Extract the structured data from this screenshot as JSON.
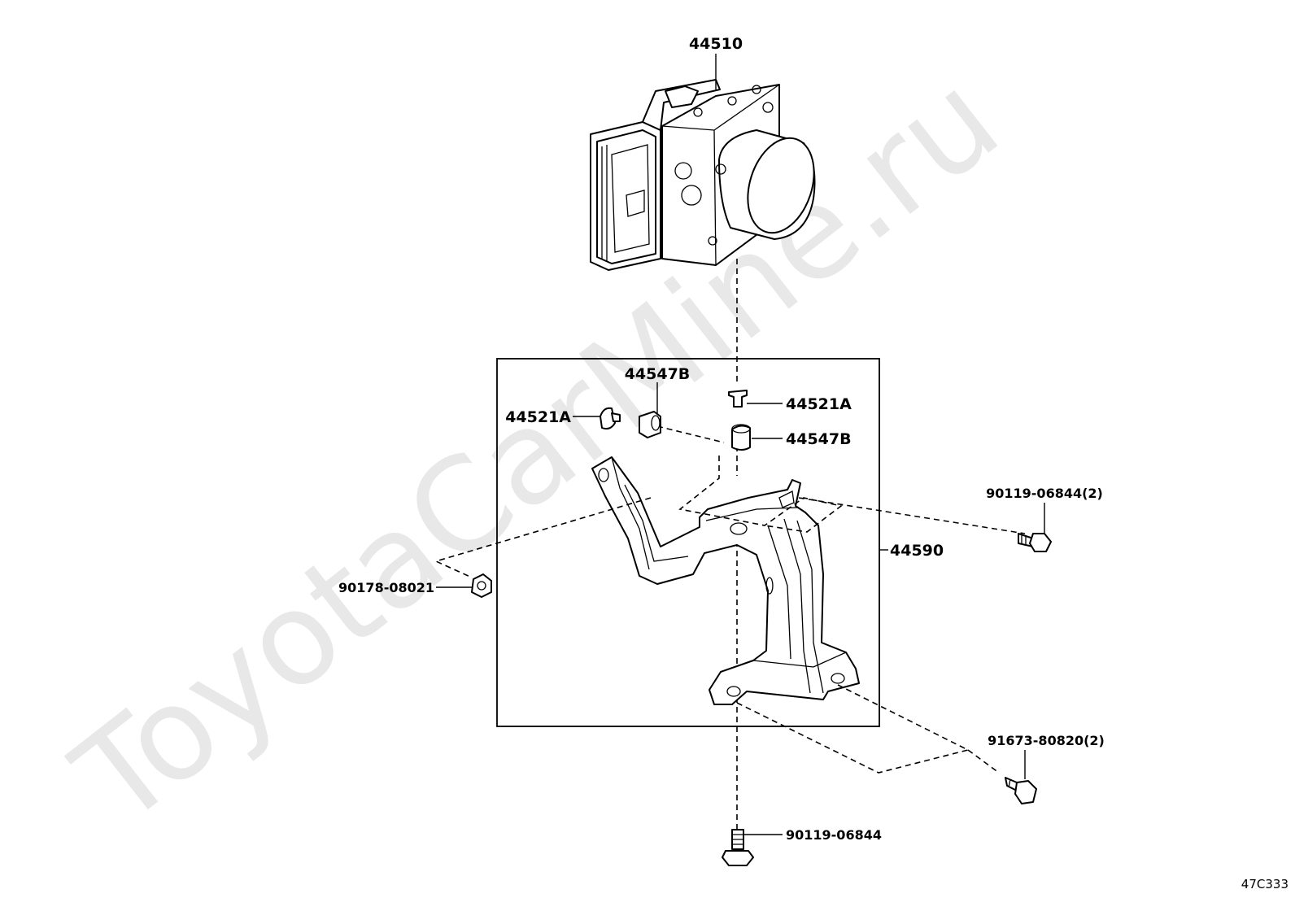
{
  "watermark": "ToyotaCarMine.ru",
  "diagram_code": "47C333",
  "labels": {
    "abs_actuator": "44510",
    "bracket": "44590",
    "cushion_top": "44547B",
    "cushion_right": "44547B",
    "collar_left": "44521A",
    "collar_right": "44521A",
    "bolt_right": "90119-06844(2)",
    "nut_left": "90178-08021",
    "bolt_bottom_right": "91673-80820(2)",
    "bolt_bottom": "90119-06844"
  }
}
